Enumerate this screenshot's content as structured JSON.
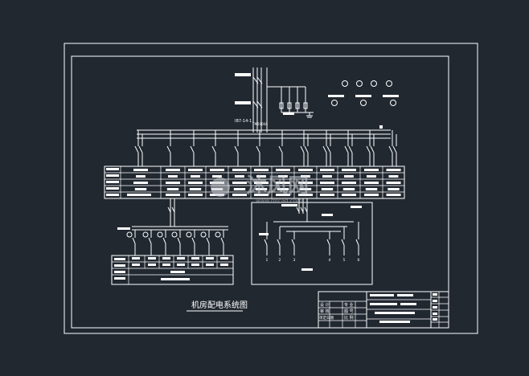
{
  "drawing": {
    "title": "机房配电系统图",
    "breaker_label": "IB7-14-1",
    "breaker_sublabel": "TM5000A",
    "bottom_right_numbers": [
      "1",
      "2",
      "3",
      "4",
      "5",
      "6"
    ]
  },
  "title_block": {
    "left_cells": [
      "设 计",
      "审 核",
      "审定日期"
    ],
    "mid_cells": [
      "专 业",
      "图 号",
      "比 例"
    ]
  },
  "watermark": {
    "brand": "沐风网",
    "url": "www.mfcad.com"
  },
  "colors": {
    "background": "#212830",
    "lines": "#ffffff"
  }
}
